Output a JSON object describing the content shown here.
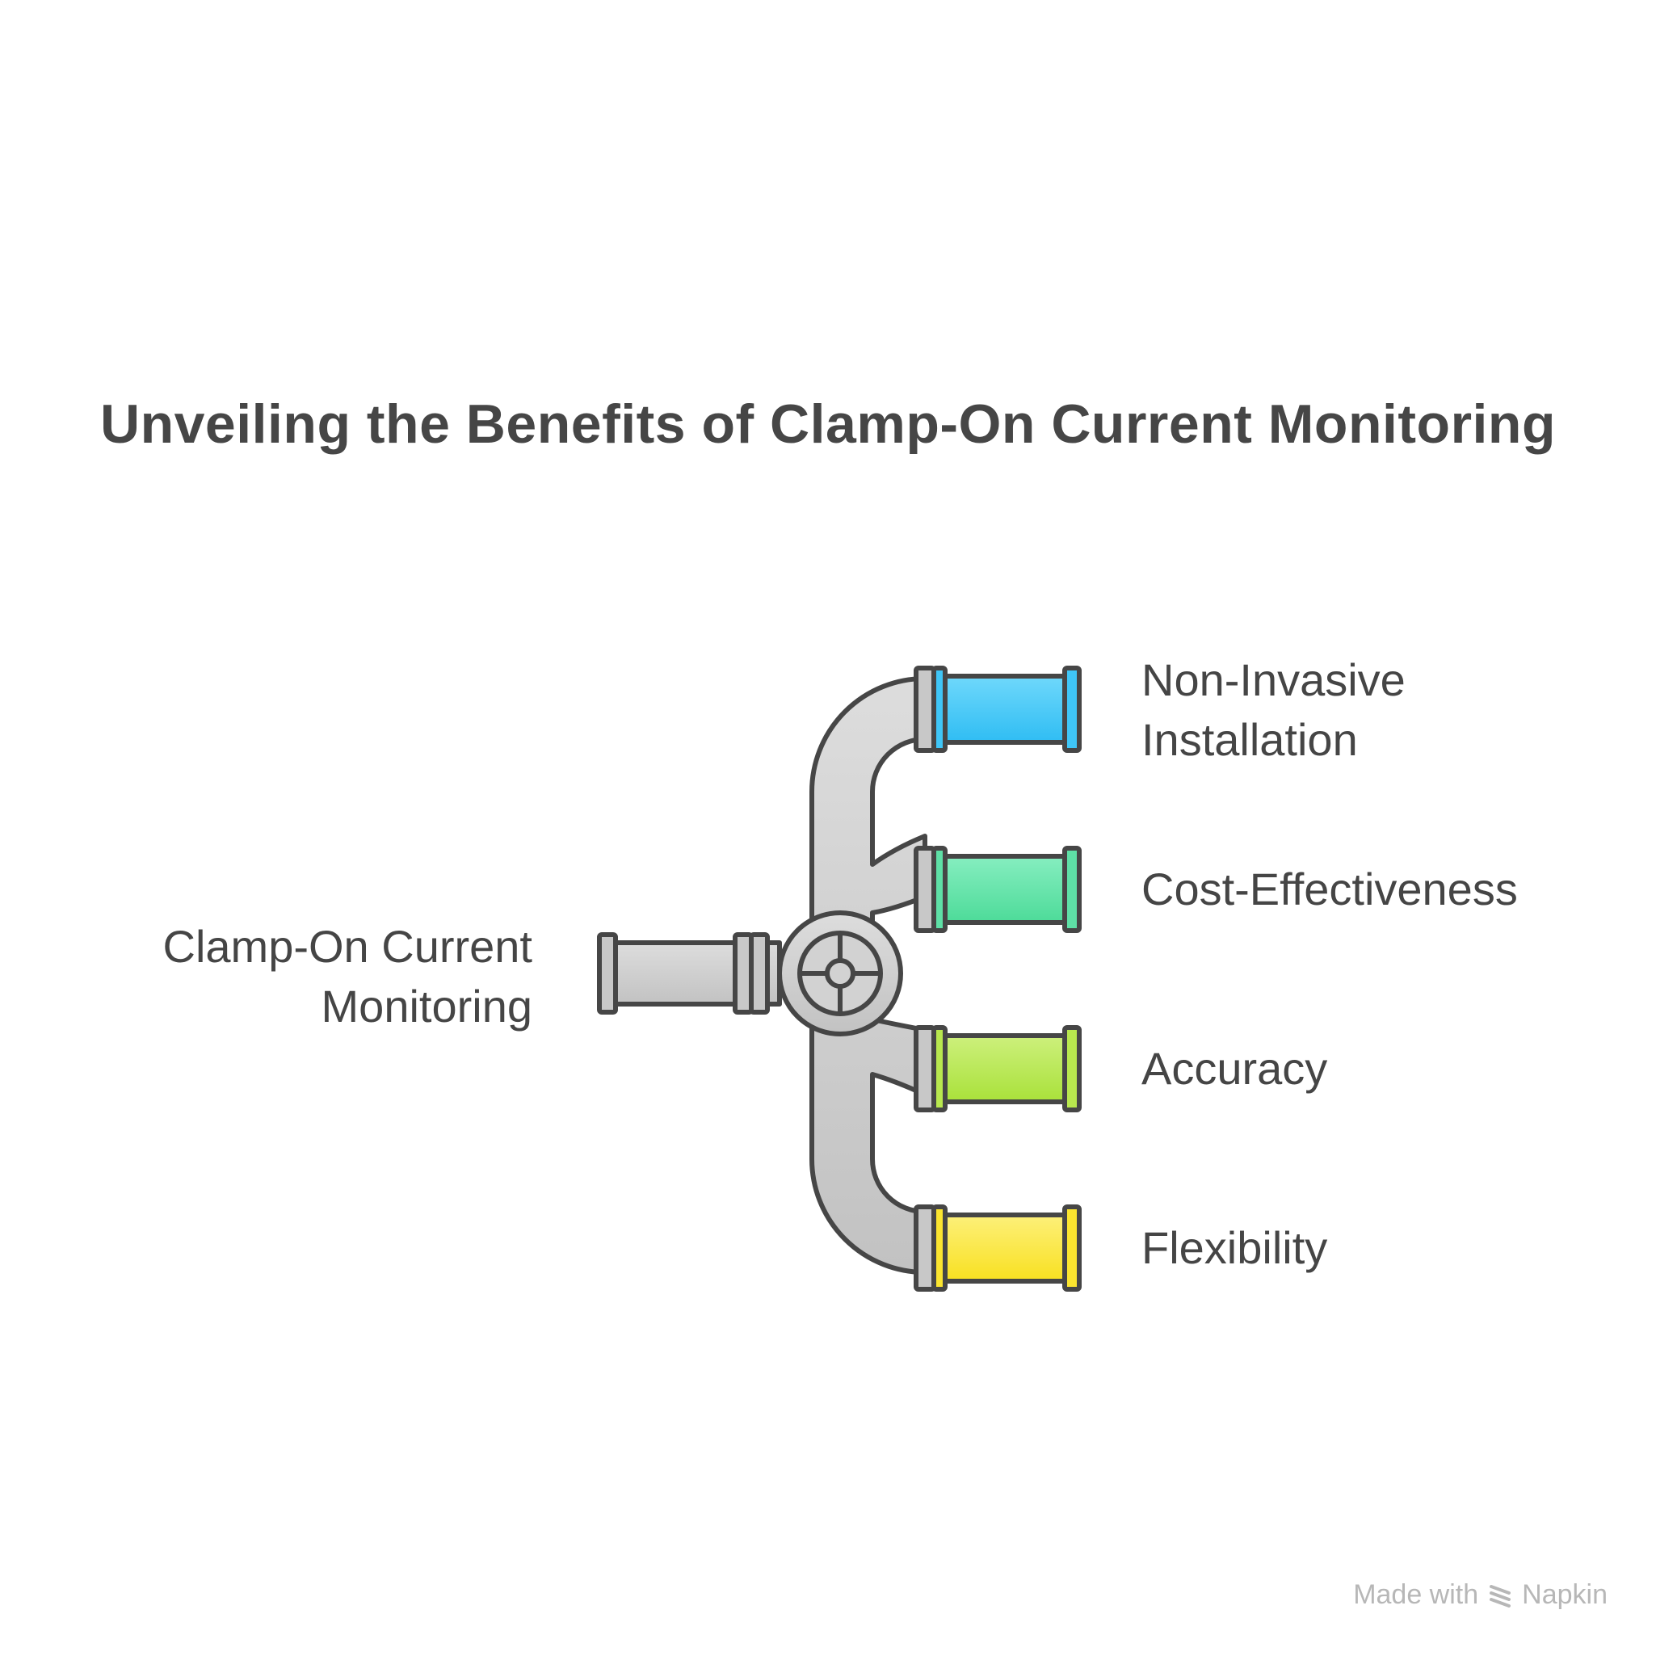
{
  "title": "Unveiling the Benefits of Clamp-On Current Monitoring",
  "source": {
    "line1": "Clamp-On Current",
    "line2": "Monitoring"
  },
  "branches": [
    {
      "line1": "Non-Invasive",
      "line2": "Installation",
      "color": "#3fc6f7"
    },
    {
      "line1": "Cost-Effectiveness",
      "line2": "",
      "color": "#5ee0a6"
    },
    {
      "line1": "Accuracy",
      "line2": "",
      "color": "#b8e84e"
    },
    {
      "line1": "Flexibility",
      "line2": "",
      "color": "#fbe52f"
    }
  ],
  "colors": {
    "pipe": "#cccccc",
    "outline": "#464646",
    "text": "#454545",
    "footer": "#b7b7b7"
  },
  "footer": {
    "made_with": "Made with",
    "brand": "Napkin",
    "icon": "napkin-logo-icon"
  }
}
